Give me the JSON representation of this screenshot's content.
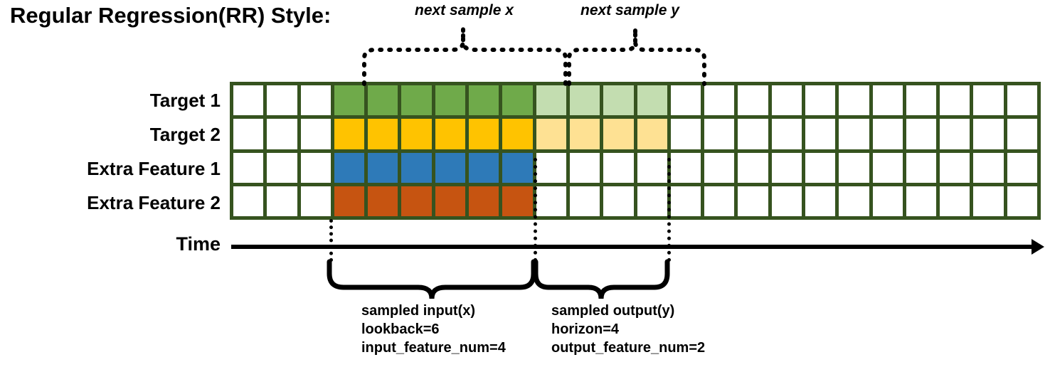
{
  "title": "Regular Regression(RR) Style:",
  "annotations": {
    "next_sample_x": "next sample x",
    "next_sample_y": "next sample y"
  },
  "rows": [
    {
      "label": "Target 1",
      "color_key": "green"
    },
    {
      "label": "Target 2",
      "color_key": "yellow"
    },
    {
      "label": "Extra Feature 1",
      "color_key": "blue"
    },
    {
      "label": "Extra Feature 2",
      "color_key": "orange"
    }
  ],
  "time_axis": {
    "label": "Time",
    "arrow": "right-arrow-icon"
  },
  "captions": {
    "input": {
      "line1": "sampled input(x)",
      "line2": "lookback=6",
      "line3": "input_feature_num=4"
    },
    "output": {
      "line1": "sampled output(y)",
      "line2": "horizon=4",
      "line3": "output_feature_num=2"
    }
  },
  "colors": {
    "border": "#36531f",
    "green": "#6faa4a",
    "green_light": "#c3ddb0",
    "yellow": "#ffc300",
    "yellow_light": "#fee193",
    "blue": "#2e7ab8",
    "orange": "#c65411",
    "white": "#ffffff",
    "ink": "#000000"
  },
  "chart_data": {
    "type": "heatmap",
    "title": "Regular Regression(RR) Style:",
    "columns": 24,
    "rows": [
      "Target 1",
      "Target 2",
      "Extra Feature 1",
      "Extra Feature 2"
    ],
    "lookback": 6,
    "horizon": 4,
    "input_feature_num": 4,
    "output_feature_num": 2,
    "input_start_col": 3,
    "input_end_col": 8,
    "output_start_col": 9,
    "output_end_col": 12,
    "cell_fills": [
      [
        "white",
        "white",
        "white",
        "green",
        "green",
        "green",
        "green",
        "green",
        "green",
        "green_light",
        "green_light",
        "green_light",
        "green_light",
        "white",
        "white",
        "white",
        "white",
        "white",
        "white",
        "white",
        "white",
        "white",
        "white",
        "white"
      ],
      [
        "white",
        "white",
        "white",
        "yellow",
        "yellow",
        "yellow",
        "yellow",
        "yellow",
        "yellow",
        "yellow_light",
        "yellow_light",
        "yellow_light",
        "yellow_light",
        "white",
        "white",
        "white",
        "white",
        "white",
        "white",
        "white",
        "white",
        "white",
        "white",
        "white"
      ],
      [
        "white",
        "white",
        "white",
        "blue",
        "blue",
        "blue",
        "blue",
        "blue",
        "blue",
        "white",
        "white",
        "white",
        "white",
        "white",
        "white",
        "white",
        "white",
        "white",
        "white",
        "white",
        "white",
        "white",
        "white",
        "white"
      ],
      [
        "white",
        "white",
        "white",
        "orange",
        "orange",
        "orange",
        "orange",
        "orange",
        "orange",
        "white",
        "white",
        "white",
        "white",
        "white",
        "white",
        "white",
        "white",
        "white",
        "white",
        "white",
        "white",
        "white",
        "white",
        "white"
      ]
    ]
  }
}
